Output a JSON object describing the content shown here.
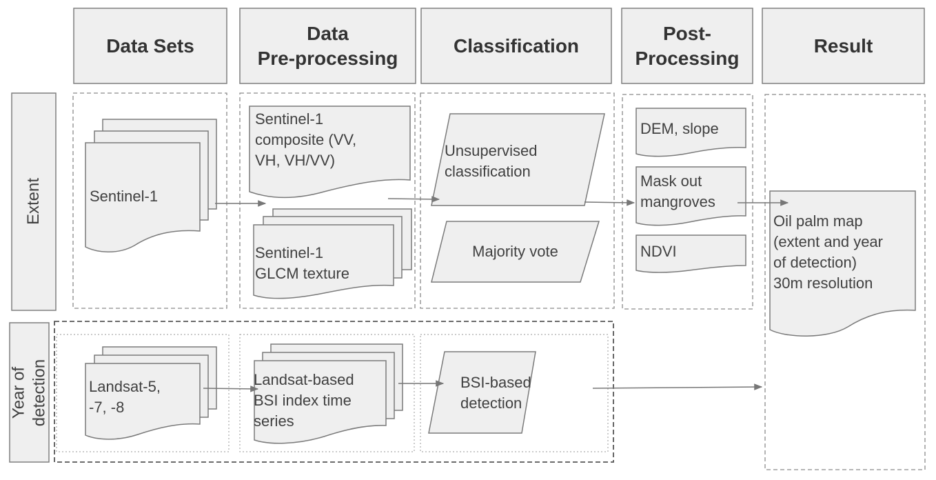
{
  "headers": {
    "data_sets": "Data Sets",
    "preprocessing": "Data\nPre-processing",
    "classification": "Classification",
    "postprocessing": "Post-\nProcessing",
    "result": "Result"
  },
  "rows": {
    "extent": "Extent",
    "year_of_detection": "Year of\ndetection"
  },
  "extent_row": {
    "dataset": "Sentinel-1",
    "composite": "Sentinel-1\ncomposite (VV,\nVH, VH/VV)",
    "glcm": "Sentinel-1\nGLCM texture",
    "unsupervised": "Unsupervised\nclassification",
    "majority_vote": "Majority vote",
    "dem_slope": "DEM, slope",
    "mask_mangroves": "Mask out\nmangroves",
    "ndvi": "NDVI"
  },
  "year_row": {
    "landsat": "Landsat-5,\n-7, -8",
    "bsi_series": "Landsat-based\nBSI index time\nseries",
    "bsi_detection": "BSI-based\ndetection"
  },
  "result": {
    "oil_palm_map": "Oil palm map\n(extent and year\nof detection)\n30m resolution"
  },
  "colors": {
    "box_fill": "#efefef",
    "box_stroke": "#7a7a7a",
    "dash_stroke": "#8a8a8a",
    "arrow": "#777777"
  }
}
